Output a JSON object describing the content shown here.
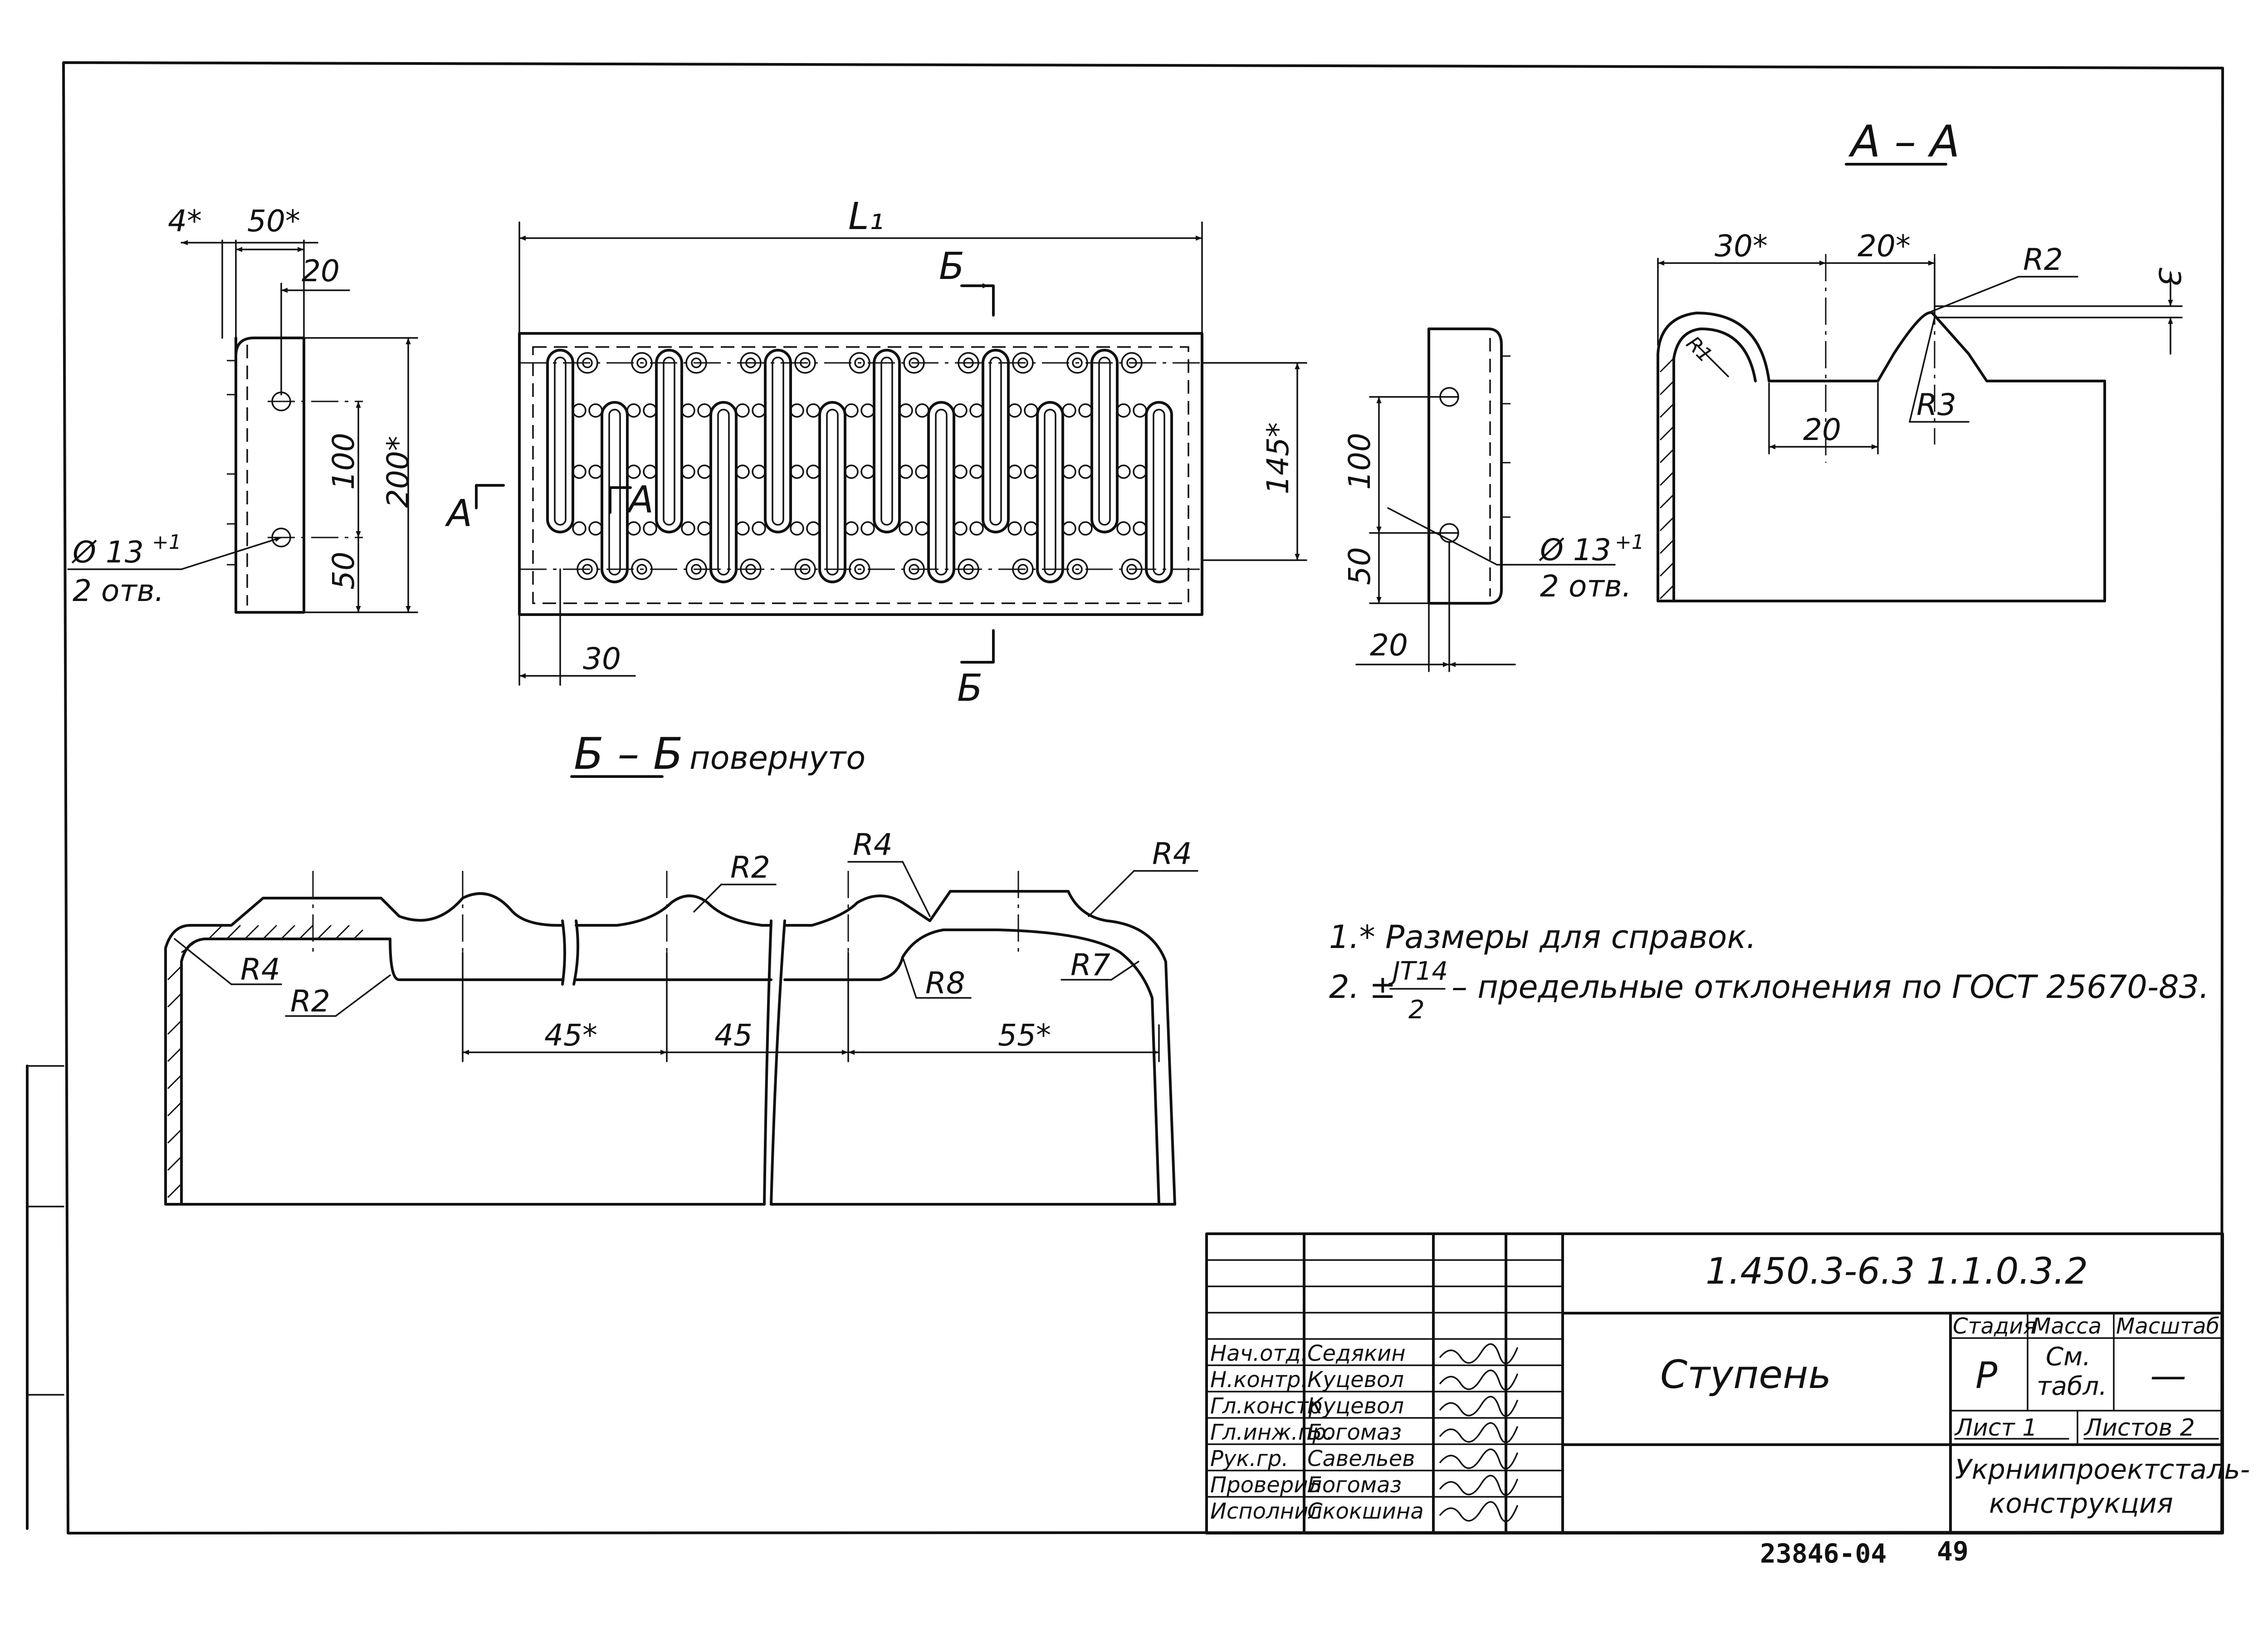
{
  "views": {
    "section_aa": {
      "title": "А – А"
    },
    "section_bb": {
      "title": "Б – Б",
      "subtitle": "повернуто"
    },
    "cut_a": "А",
    "cut_b": "Б"
  },
  "dimensions": {
    "left": {
      "d4": "4*",
      "d50": "50*",
      "d20": "20",
      "d100": "100",
      "d200": "200*",
      "d50b": "50",
      "hole": "Ø 13",
      "hole_tol": "+1",
      "hole_count": "2 отв."
    },
    "plan": {
      "L1": "L₁",
      "d145": "145*",
      "d30": "30"
    },
    "right": {
      "d100": "100",
      "d50": "50",
      "d20": "20",
      "hole": "Ø 13",
      "hole_tol": "+1",
      "hole_count": "2 отв."
    },
    "aa": {
      "d30": "30*",
      "d20a": "20*",
      "d20b": "20",
      "r2": "R2",
      "r3": "R3",
      "t3": "3",
      "r1": "R1"
    },
    "bb": {
      "r4a": "R4",
      "r2a": "R2",
      "r2b": "R2",
      "r4b": "R4",
      "r4c": "R4",
      "r8": "R8",
      "r7": "R7",
      "d45a": "45*",
      "d45b": "45",
      "d55": "55*"
    }
  },
  "notes": {
    "n1": "1.* Размеры для справок.",
    "n2_prefix": "2. ±",
    "n2_num": "JT14",
    "n2_den": "2",
    "n2_text": "– предельные отклонения по ГОСТ 25670-83."
  },
  "title_block": {
    "code": "1.450.3-6.3  1.1.0.3.2",
    "part_name": "Ступень",
    "header_stage": "Стадия",
    "header_mass": "Масса",
    "header_scale": "Масштаб",
    "stage": "Р",
    "mass_line1": "См.",
    "mass_line2": "табл.",
    "scale": "—",
    "sheet": "Лист 1",
    "sheets": "Листов 2",
    "org_line1": "Укрниипроектсталь-",
    "org_line2": "конструкция",
    "roles": [
      {
        "role": "Нач.отд.",
        "name": "Седякин"
      },
      {
        "role": "Н.контр.",
        "name": "Куцевол"
      },
      {
        "role": "Гл.констр",
        "name": "Куцевол"
      },
      {
        "role": "Гл.инж.пр.",
        "name": "Богомаз"
      },
      {
        "role": "Рук.гр.",
        "name": "Савельев"
      },
      {
        "role": "Проверил",
        "name": "Богомаз"
      },
      {
        "role": "Исполнил",
        "name": "Скокшина"
      }
    ]
  },
  "stamp": {
    "number": "23846-04",
    "page": "49"
  }
}
